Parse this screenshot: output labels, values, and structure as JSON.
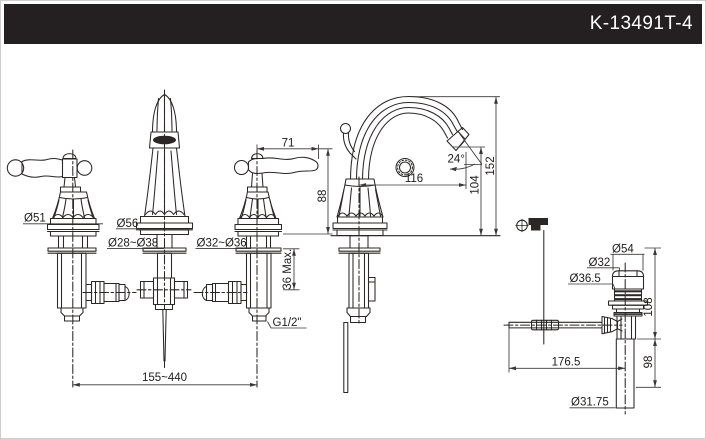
{
  "header": {
    "model": "K-13491T-4"
  },
  "drawing": {
    "labels": {
      "left_handle_dia": "Ø51",
      "spout_base_dia": "Ø56",
      "center_hole_dia": "Ø28~Ø38",
      "side_hole_dia": "Ø32~Ø36",
      "handle_length": "71",
      "handle_height": "88",
      "deck_thickness_max": "36 Max.",
      "supply_thread": "G1/2\"",
      "centers_spacing": "155~440",
      "spout_angle": "24°",
      "spout_reach": "116",
      "outlet_height": "104",
      "spout_height": "152",
      "drain_flange_dia": "Ø54",
      "drain_stopper_dia": "Ø32",
      "drain_hole_dia": "Ø36.5",
      "drain_body_height": "108",
      "lift_rod_horizontal": "176.5",
      "tailpiece_length": "98",
      "tailpiece_dia": "Ø31.75"
    }
  }
}
